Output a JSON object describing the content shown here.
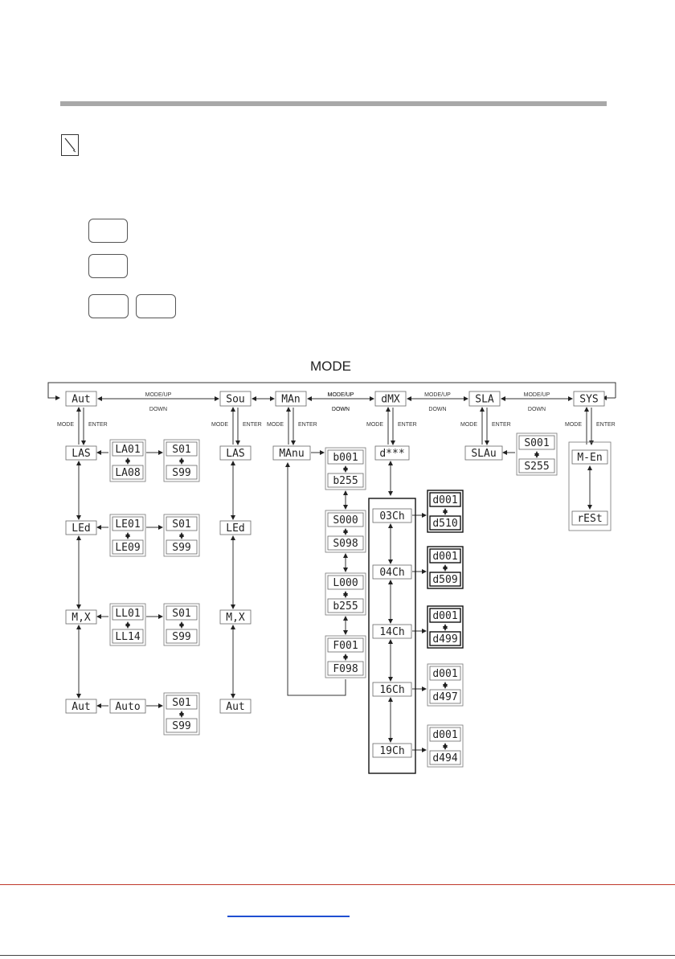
{
  "mode_title": "MODE",
  "nav": {
    "mode_up": "MODE/UP",
    "down": "DOWN",
    "mode": "MODE",
    "enter": "ENTER"
  },
  "menu": {
    "top": [
      "Aut",
      "Sou",
      "MAn",
      "dMX",
      "SLA",
      "SYS"
    ],
    "aut": {
      "sub": [
        "LAS",
        "LEd",
        "M,X",
        "Aut"
      ],
      "pairs": [
        [
          "LA01",
          "LA08",
          "S01",
          "S99"
        ],
        [
          "LE01",
          "LE09",
          "S01",
          "S99"
        ],
        [
          "LL01",
          "LL14",
          "S01",
          "S99"
        ],
        [
          "Auto",
          "",
          "S01",
          "S99"
        ]
      ]
    },
    "sou": {
      "sub": [
        "LAS",
        "LEd",
        "M,X",
        "Aut"
      ]
    },
    "man": {
      "sub": "MAnu",
      "ranges": [
        [
          "b001",
          "b255"
        ],
        [
          "S000",
          "S098"
        ],
        [
          "L000",
          "b255"
        ],
        [
          "F001",
          "F098"
        ]
      ]
    },
    "dmx": {
      "sub": "d***",
      "channels": [
        {
          "name": "03Ch",
          "from": "d001",
          "to": "d510"
        },
        {
          "name": "04Ch",
          "from": "d001",
          "to": "d509"
        },
        {
          "name": "14Ch",
          "from": "d001",
          "to": "d499"
        },
        {
          "name": "16Ch",
          "from": "d001",
          "to": "d497"
        },
        {
          "name": "19Ch",
          "from": "d001",
          "to": "d494"
        }
      ]
    },
    "sla": {
      "sub": "SLAu",
      "from": "S001",
      "to": "S255"
    },
    "sys": {
      "sub": [
        "M-En",
        "rESt"
      ]
    }
  }
}
